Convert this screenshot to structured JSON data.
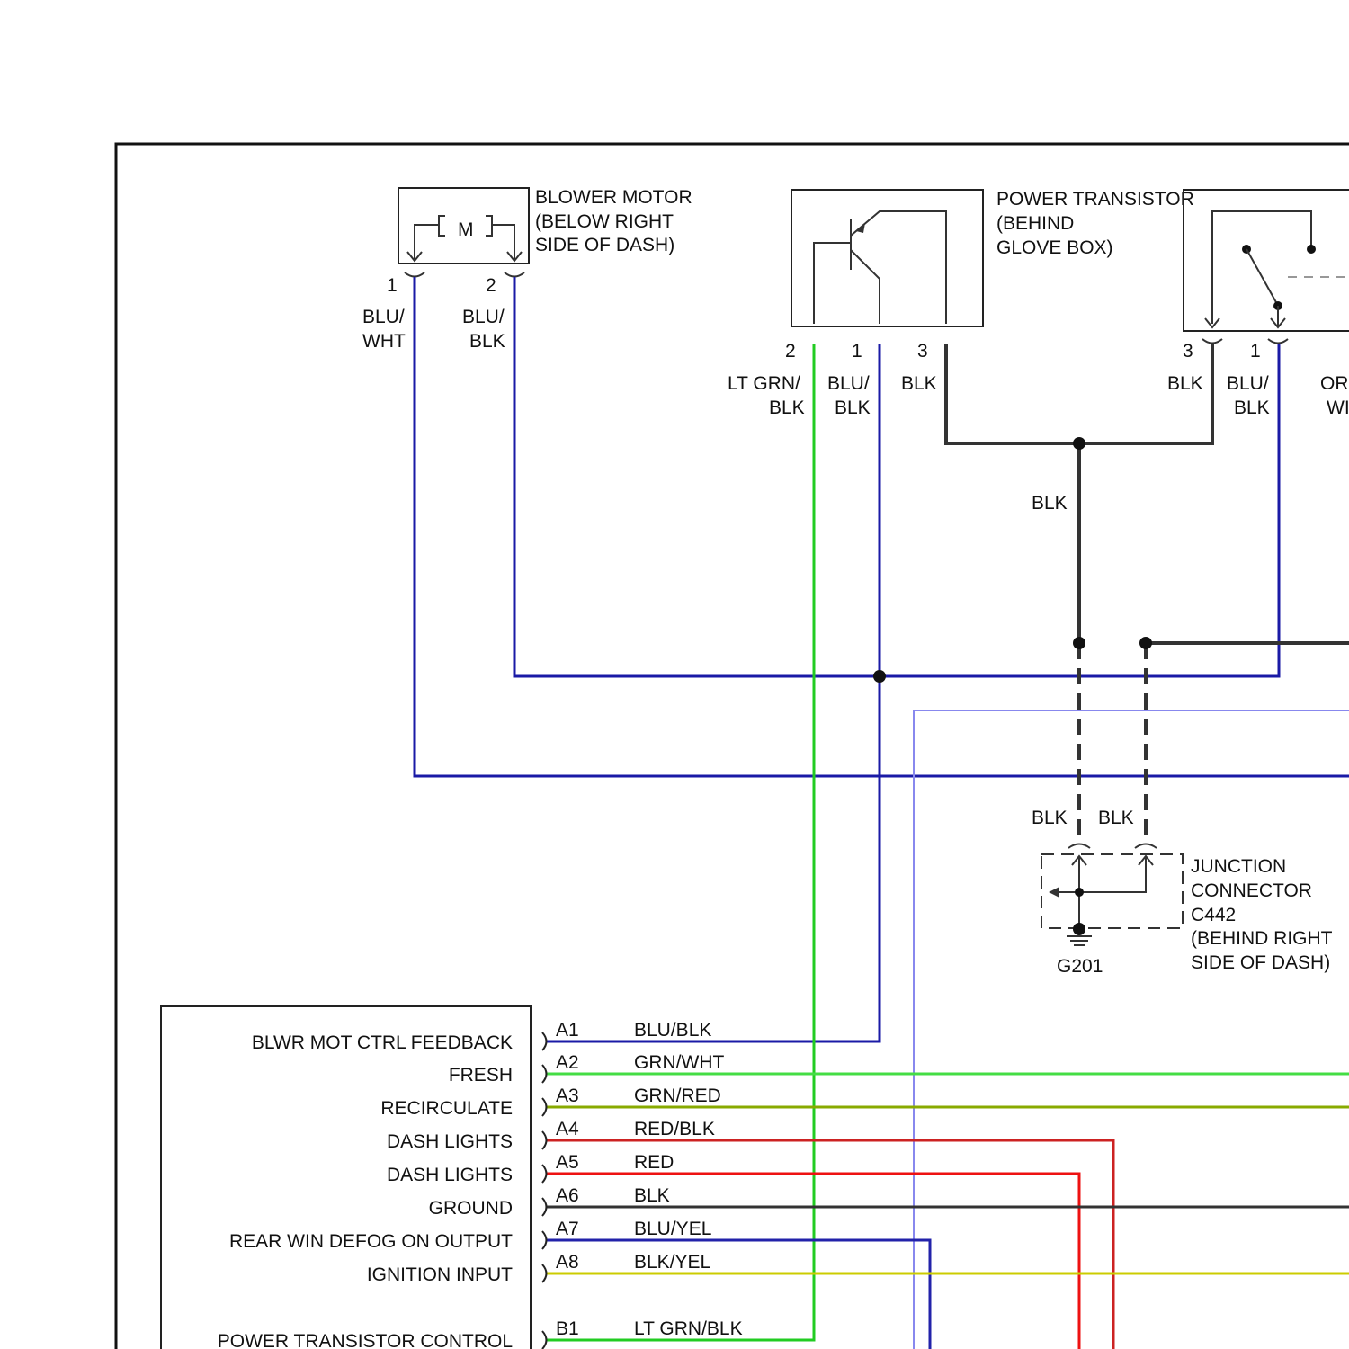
{
  "colors": {
    "blu": "#1a1aa6",
    "blk": "#333333",
    "lt_grn": "#22cc22",
    "grn_wht": "#44dd44",
    "grn_red": "#88aa00",
    "red_blk": "#cc2222",
    "red": "#ee1111",
    "blu_yel": "#2222aa",
    "blk_yel": "#cccc00",
    "violet": "#8888ee"
  },
  "blower_motor": {
    "symbol": "M",
    "title_lines": [
      "BLOWER MOTOR",
      "(BELOW RIGHT",
      "SIDE OF DASH)"
    ],
    "pin1": "1",
    "pin2": "2",
    "wire1_lines": [
      "BLU/",
      "WHT"
    ],
    "wire2_lines": [
      "BLU/",
      "BLK"
    ]
  },
  "power_transistor": {
    "title_lines": [
      "POWER TRANSISTOR",
      "(BEHIND",
      "GLOVE BOX)"
    ],
    "pin2": "2",
    "pin1": "1",
    "pin3": "3",
    "wire_pin2_lines": [
      "LT GRN/",
      "BLK"
    ],
    "wire_pin1_lines": [
      "BLU/",
      "BLK"
    ],
    "wire_pin3": "BLK"
  },
  "relay": {
    "pin3": "3",
    "pin1": "1",
    "wire_pin3": "BLK",
    "wire_pin1_lines": [
      "BLU/",
      "BLK"
    ],
    "wire_cut_lines": [
      "OR",
      "WI"
    ]
  },
  "ground_wires": {
    "blk_mid": "BLK",
    "blk_left": "BLK",
    "blk_right": "BLK"
  },
  "junction": {
    "label_lines": [
      "JUNCTION",
      "CONNECTOR",
      "C442",
      "(BEHIND RIGHT",
      "SIDE OF DASH)"
    ],
    "ground": "G201"
  },
  "control_unit": {
    "pins": [
      {
        "label": "BLWR MOT CTRL FEEDBACK",
        "pin": "A1",
        "wire": "BLU/BLK"
      },
      {
        "label": "FRESH",
        "pin": "A2",
        "wire": "GRN/WHT"
      },
      {
        "label": "RECIRCULATE",
        "pin": "A3",
        "wire": "GRN/RED"
      },
      {
        "label": "DASH LIGHTS",
        "pin": "A4",
        "wire": "RED/BLK"
      },
      {
        "label": "DASH LIGHTS",
        "pin": "A5",
        "wire": "RED"
      },
      {
        "label": "GROUND",
        "pin": "A6",
        "wire": "BLK"
      },
      {
        "label": "REAR WIN DEFOG ON OUTPUT",
        "pin": "A7",
        "wire": "BLU/YEL"
      },
      {
        "label": "IGNITION INPUT",
        "pin": "A8",
        "wire": "BLK/YEL"
      },
      {
        "label": "POWER TRANSISTOR CONTROL",
        "pin": "B1",
        "wire": "LT GRN/BLK"
      }
    ]
  }
}
